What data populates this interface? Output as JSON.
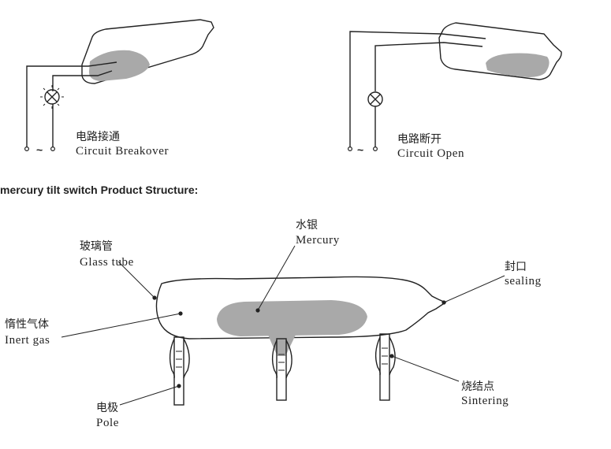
{
  "colors": {
    "line": "#222222",
    "mercury": "#a9a9a9",
    "background": "#ffffff"
  },
  "top": {
    "closed": {
      "label_cn": "电路接通",
      "label_en": "Circuit Breakover",
      "ac_symbol": "~"
    },
    "open": {
      "label_cn": "电路断开",
      "label_en": "Circuit Open",
      "ac_symbol": "~"
    }
  },
  "heading": "mercury tilt switch Product Structure:",
  "structure": {
    "mercury": {
      "cn": "水银",
      "en": "Mercury"
    },
    "glass_tube": {
      "cn": "玻璃管",
      "en": "Glass tube"
    },
    "sealing": {
      "cn": "封口",
      "en": "sealing"
    },
    "inert_gas": {
      "cn": "惰性气体",
      "en": "Inert gas"
    },
    "sintering": {
      "cn": "烧结点",
      "en": "Sintering"
    },
    "pole": {
      "cn": "电极",
      "en": "Pole"
    }
  }
}
